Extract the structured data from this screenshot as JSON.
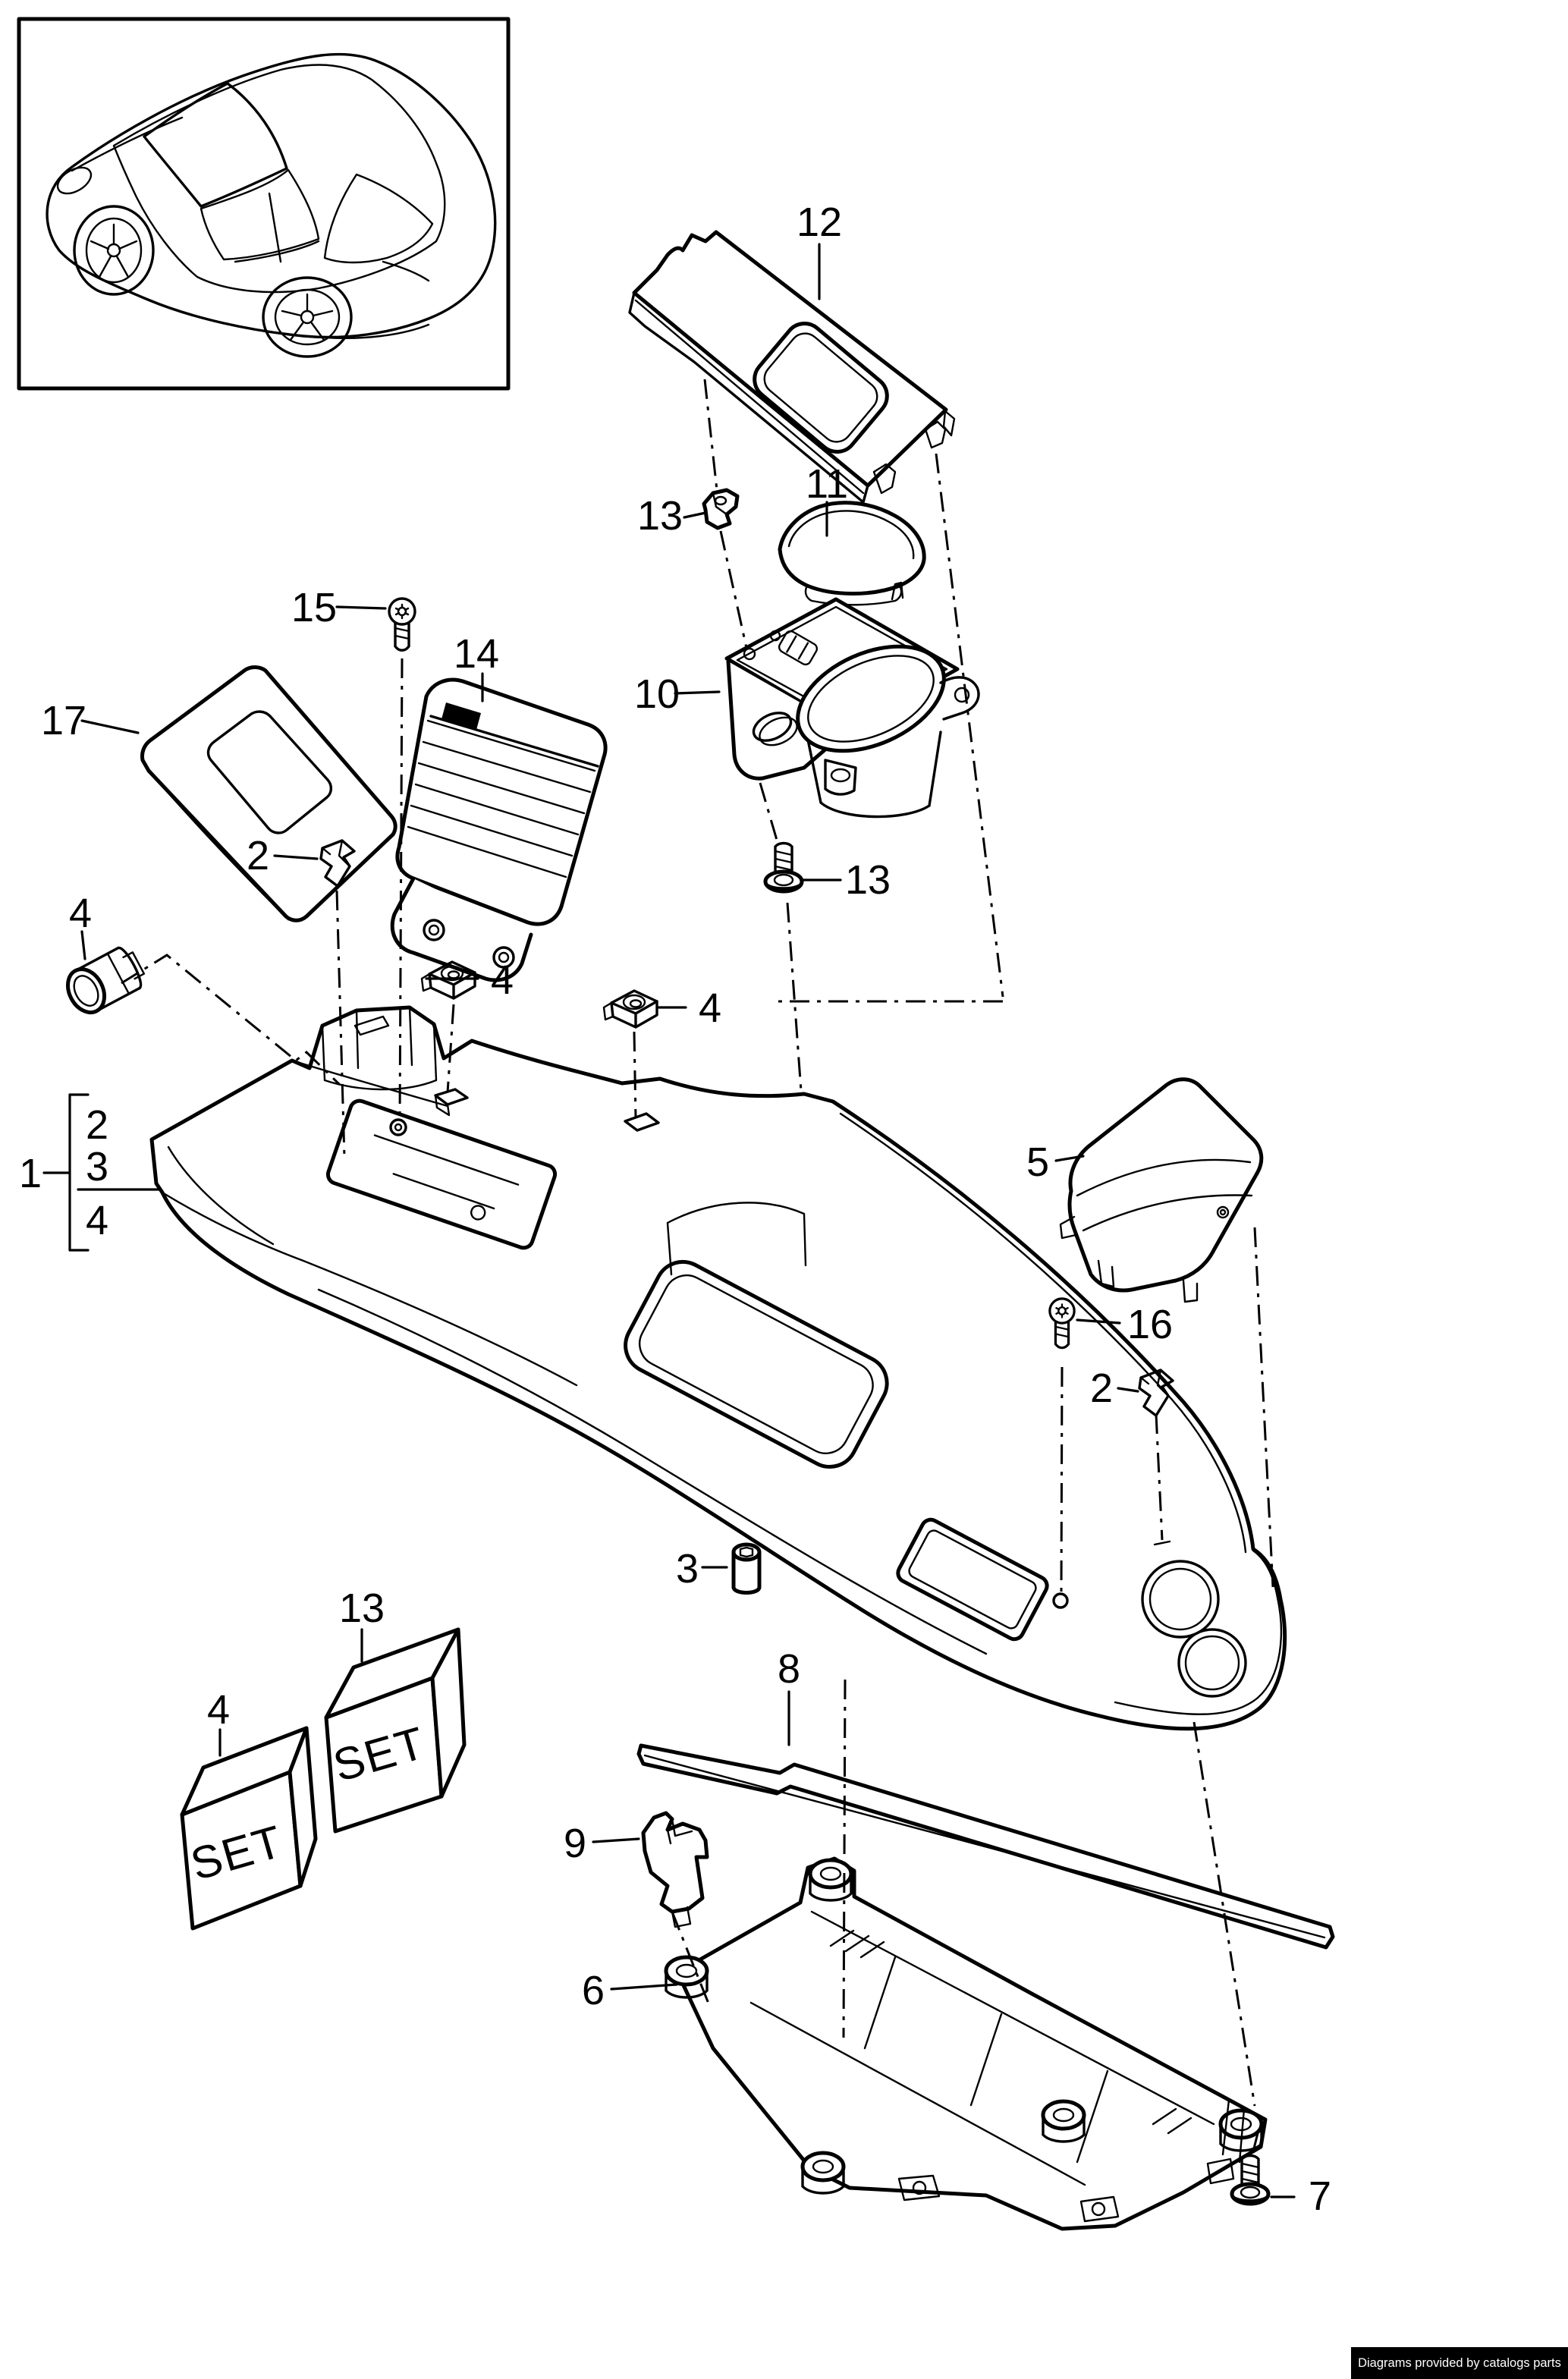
{
  "diagram_type": "exploded-parts-diagram",
  "colors": {
    "line": "#000000",
    "background": "#ffffff",
    "watermark_bg": "#000000",
    "watermark_fg": "#ffffff"
  },
  "callouts": {
    "part1": "1",
    "part2": "2",
    "part3": "3",
    "part4": "4",
    "part5": "5",
    "part6": "6",
    "part7": "7",
    "part8": "8",
    "part9": "9",
    "part10": "10",
    "part11": "11",
    "part12": "12",
    "part13": "13",
    "part14": "14",
    "part15": "15",
    "part16": "16",
    "part17": "17"
  },
  "assembly_group": {
    "label": "1",
    "items": [
      "2",
      "3",
      "4"
    ]
  },
  "set_boxes": [
    {
      "callout": "4",
      "text": "SET"
    },
    {
      "callout": "13",
      "text": "SET"
    }
  ],
  "watermark": {
    "text": "Diagrams provided by catalogs parts"
  }
}
